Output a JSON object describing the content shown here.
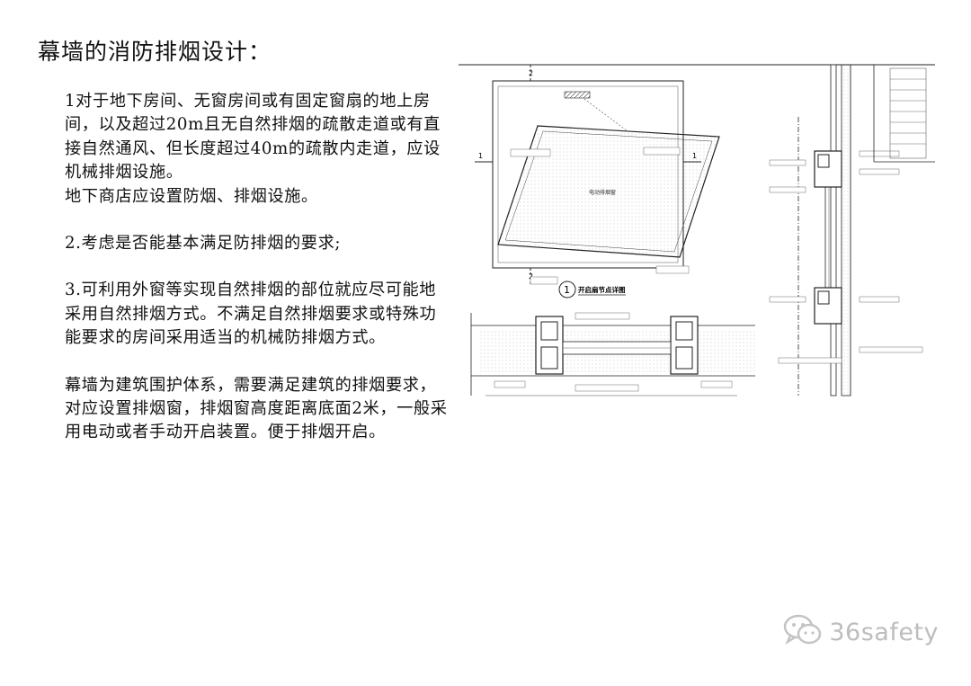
{
  "page": {
    "title": "幕墙的消防排烟设计："
  },
  "body": {
    "p1": "1对于地下房间、无窗房间或有固定窗扇的地上房间，以及超过20m且无自然排烟的疏散走道或有直接自然通风、但长度超过40m的疏散内走道，应设机械排烟设施。",
    "p1b": "地下商店应设置防烟、排烟设施。",
    "p2": "2.考虑是否能基本满足防排烟的要求;",
    "p3": "3.可利用外窗等实现自然排烟的部位就应尽可能地采用自然排烟方式。不满足自然排烟要求或特殊功能要求的房间采用适当的机械防排烟方式。",
    "p4": "幕墙为建筑围护体系，需要满足建筑的排烟要求，对应设置排烟窗，排烟窗高度距离底面2米，一般采用电动或者手动开启装置。便于排烟开启。"
  },
  "drawing": {
    "callout_number": "1",
    "detail_title": "开启扇节点详图",
    "window_label": "电动排烟窗",
    "section_mark": "2",
    "axis_mark": "1"
  },
  "watermark": {
    "text": "36safety",
    "icon": "wechat-icon"
  }
}
